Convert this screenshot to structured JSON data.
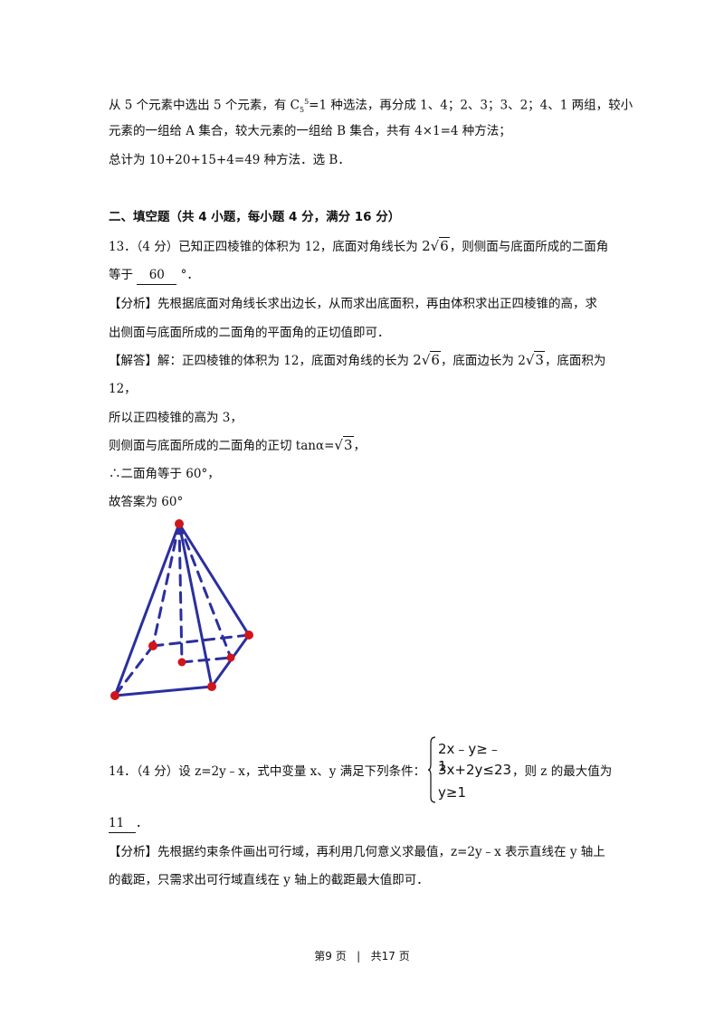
{
  "prev": {
    "l1_a": "从 5 个元素中选出 5 个元素，有 C",
    "l1_sub": "5",
    "l1_sup": "5",
    "l1_b": "=1 种选法，再分成 1、4；2、3；3、2；4、1 两组，较小",
    "l2": "元素的一组给 A 集合，较大元素的一组给 B 集合，共有 4×1=4 种方法；",
    "l3": "总计为 10+20+15+4=49 种方法．选 B．"
  },
  "section_title": "二、填空题（共 4 小题，每小题 4 分，满分 16 分）",
  "q13": {
    "l1_a": "13．（4 分）已知正四棱锥的体积为 12，底面对角线长为",
    "coef": "2",
    "rad": "6",
    "l1_b": "，则侧面与底面所成的二面角",
    "l2_a": "等于",
    "answer": "60",
    "l2_b": "°．",
    "analysis_1": "【分析】先根据底面对角线长求出边长，从而求出底面积，再由体积求出正四棱锥的高，求",
    "analysis_2": "出侧面与底面所成的二面角的平面角的正切值即可．",
    "sol_a": "【解答】解：正四棱锥的体积为 12，底面对角线的长为",
    "sol_coef1": "2",
    "sol_rad1": "6",
    "sol_b": "，底面边长为 2",
    "sol_rad2": "3",
    "sol_c": "，底面积为",
    "sol_2": "12，",
    "sol_3": "所以正四棱锥的高为 3，",
    "sol_4a": "则侧面与底面所成的二面角的正切 tanα=",
    "sol_rad3": "3",
    "sol_4b": "，",
    "sol_5": "∴二面角等于 60°，",
    "sol_6": "故答案为 60°"
  },
  "q14": {
    "l1_a": "14．（4 分）设 z=2y﹣x，式中变量 x、y 满足下列条件：",
    "c1": "2x﹣y≥﹣1",
    "c2": "3x+2y≤23",
    "c3": "y≥1",
    "l1_b": "，则 z 的最大值为",
    "answer": "11",
    "l2_b": "．",
    "analysis_1": "【分析】先根据约束条件画出可行域，再利用几何意义求最值，z=2y﹣x 表示直线在 y 轴上",
    "analysis_2": "的截距，只需求出可行域直线在 y 轴上的截距最大值即可．"
  },
  "footer": {
    "page": "第9 页",
    "sep": "|",
    "total": "共17 页"
  },
  "colors": {
    "figure_line": "#2b2f9e",
    "figure_point": "#d0151b"
  }
}
